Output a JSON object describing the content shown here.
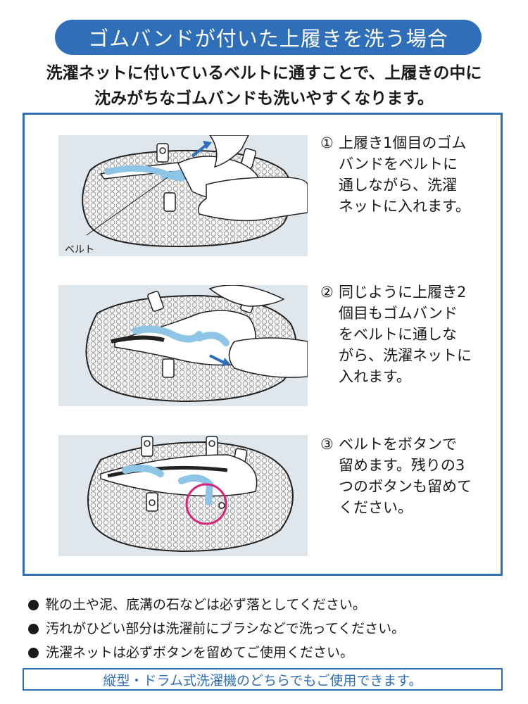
{
  "title": "ゴムバンドが付いた上履きを洗う場合",
  "intro": {
    "line1": "洗濯ネットに付いているベルトに通すことで、上履きの中に",
    "line2": "沈みがちなゴムバンドも洗いやすくなります。"
  },
  "panel1": {
    "belt_label": "ベルト"
  },
  "steps": [
    {
      "num": "①",
      "lines": [
        "上履き1個目のゴム",
        "バンドをベルトに",
        "通しながら、洗濯",
        "ネットに入れます。"
      ]
    },
    {
      "num": "②",
      "lines": [
        "同じように上履き2",
        "個目もゴムバンド",
        "をベルトに通しな",
        "がら、洗濯ネットに",
        "入れます。"
      ]
    },
    {
      "num": "③",
      "lines": [
        "ベルトをボタンで",
        "留めます。残りの3",
        "つのボタンも留めて",
        "ください。"
      ]
    }
  ],
  "notes": [
    "靴の土や泥、底溝の石などは必ず落としてください。",
    "汚れがひどい部分は洗濯前にブラシなどで洗ってください。",
    "洗濯ネットは必ずボタンを留めてご使用ください。"
  ],
  "footer": "縦型・ドラム式洗濯機のどちらでもご使用できます。",
  "colors": {
    "accent_blue": "#2f6eb8",
    "band_blue": "#8ec5e6",
    "highlight_magenta": "#d6247a",
    "panel_bg": "#dfe6ec"
  }
}
